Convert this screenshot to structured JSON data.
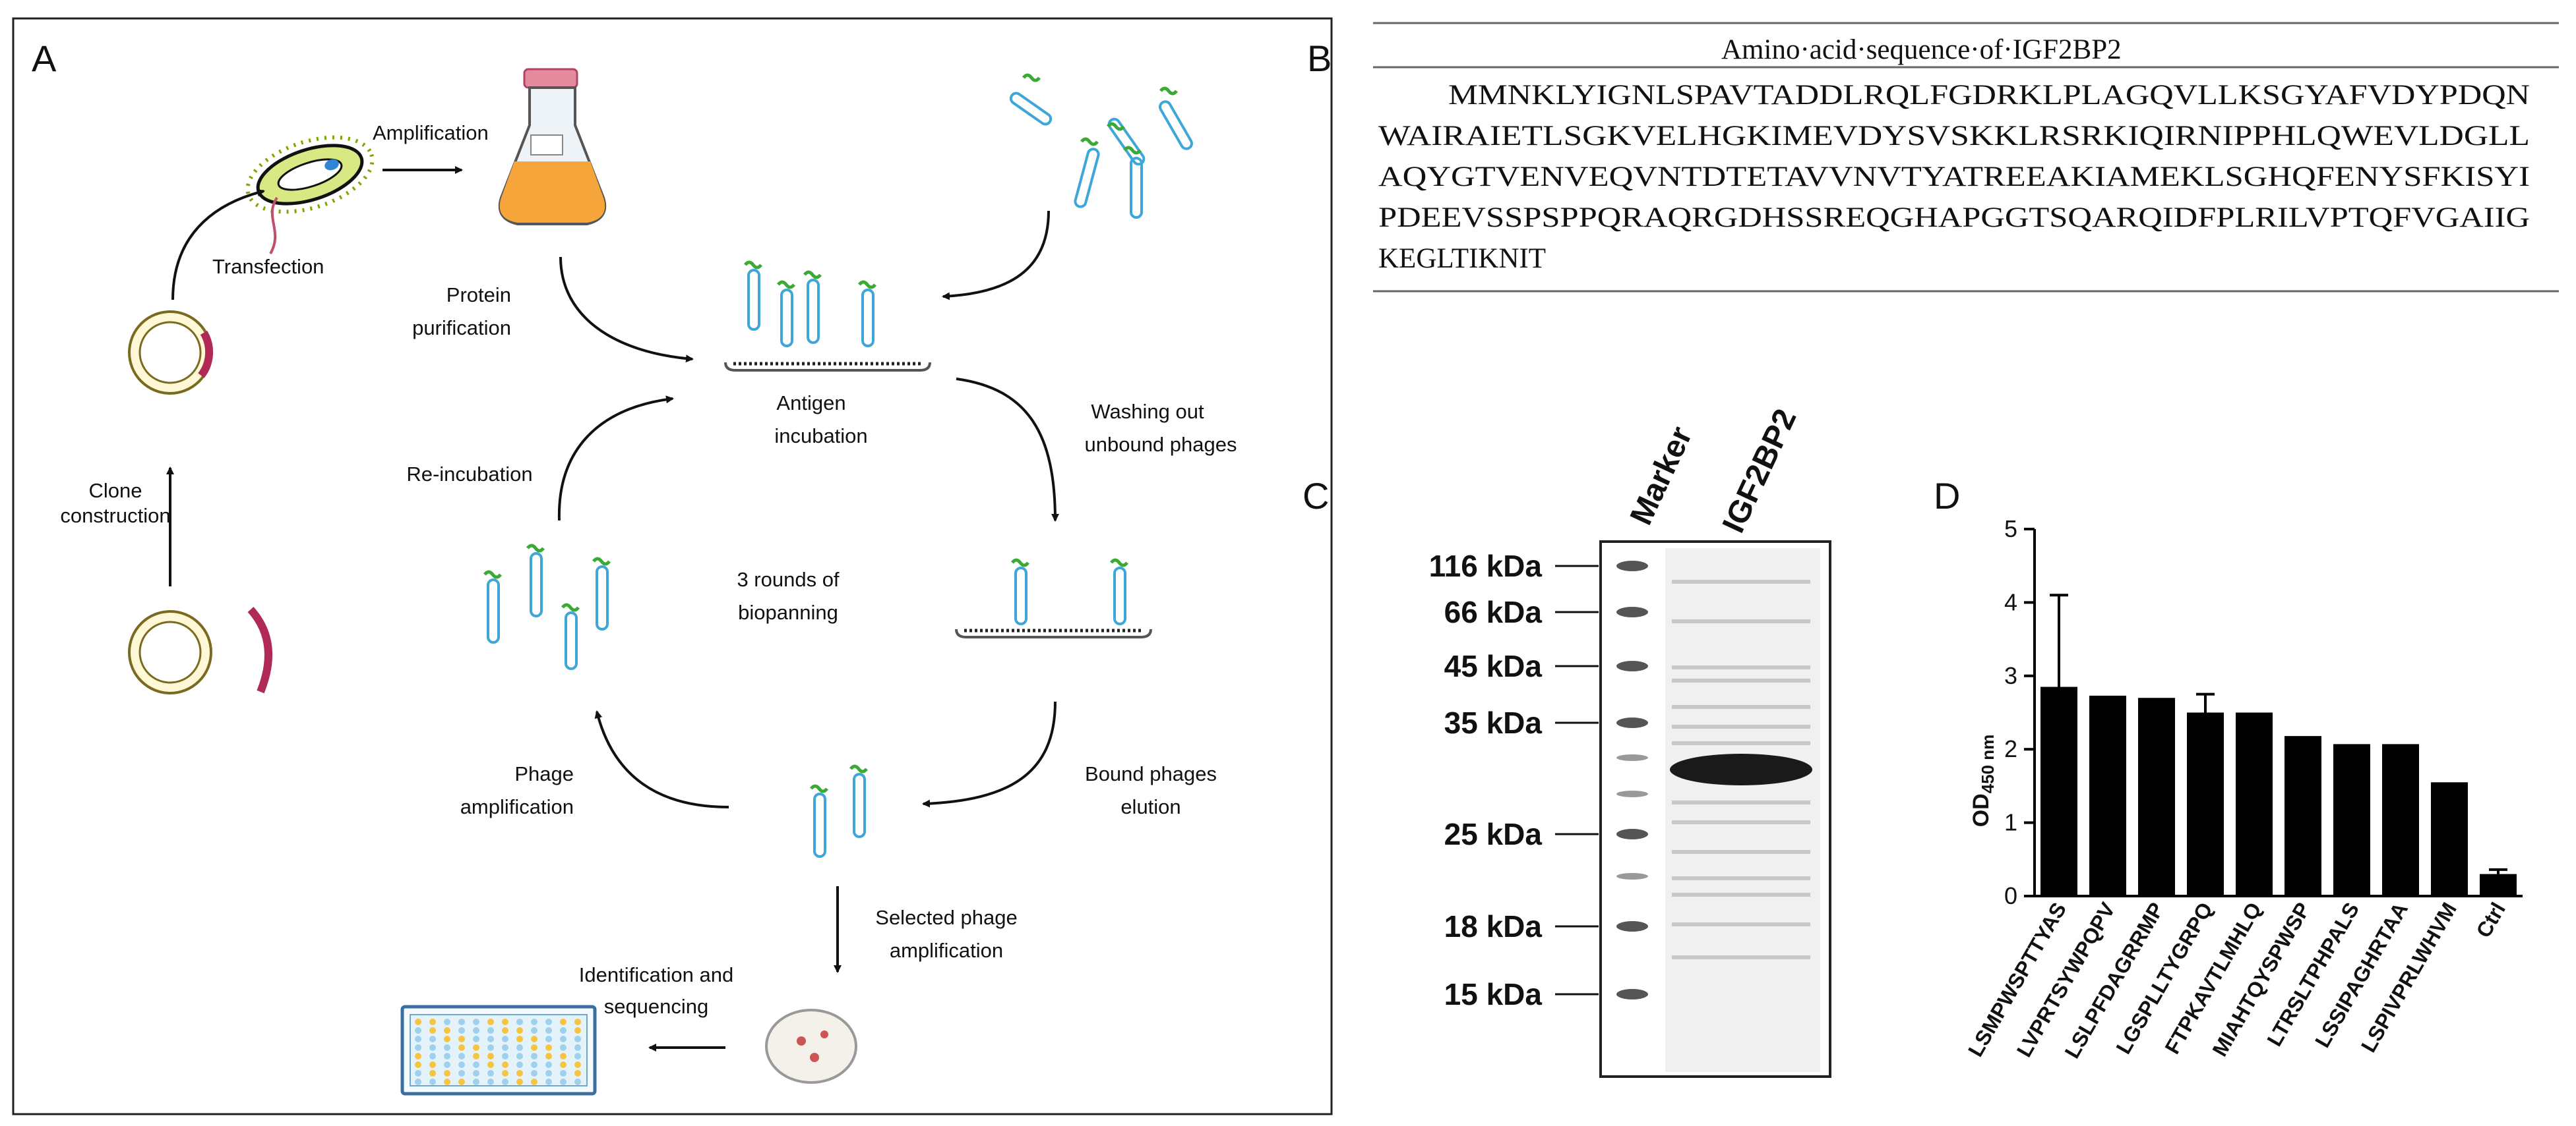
{
  "panels": {
    "a": {
      "letter": "A",
      "labels": {
        "amplification": "Amplification",
        "transfection": "Transfection",
        "clone_construction_1": "Clone",
        "clone_construction_2": "construction",
        "protein_purification_1": "Protein",
        "protein_purification_2": "purification",
        "antigen_incubation_1": "Antigen",
        "antigen_incubation_2": "incubation",
        "washing_1": "Washing out",
        "washing_2": "unbound phages",
        "reincubation": "Re-incubation",
        "rounds_1": "3 rounds of",
        "rounds_2": "biopanning",
        "phage_amp_1": "Phage",
        "phage_amp_2": "amplification",
        "bound_elution_1": "Bound phages",
        "bound_elution_2": "elution",
        "selected_amp_1": "Selected phage",
        "selected_amp_2": "amplification",
        "identification_1": "Identification and",
        "identification_2": "sequencing"
      }
    },
    "b": {
      "letter": "B",
      "title": "Amino·acid·sequence·of·IGF2BP2",
      "lines": [
        "MMNKLYIGNLSPAVTADDLRQLFGDRKLPLAGQVLLKSGYAFVDYPDQN",
        "WAIRAIETLSGKVELHGKIMEVDYSVSKKLRSRKIQIRNIPPHLQWEVLDGLL",
        "AQYGTVENVEQVNTDTETAVVNVTYATREEAKIAMEKLSGHQFENYSFKISYI",
        "PDEEVSSPSPPQRAQRGDHSSREQGHAPGGTSQARQIDFPLRILVPTQFVGAIIG",
        "KEGLTIKNIT"
      ]
    },
    "c": {
      "letter": "C",
      "lanes": [
        "Marker",
        "IGF2BP2"
      ],
      "markers": [
        "116 kDa",
        "66 kDa",
        "45 kDa",
        "35 kDa",
        "25 kDa",
        "18 kDa",
        "15 kDa"
      ]
    },
    "d": {
      "letter": "D"
    }
  },
  "chart_data": {
    "type": "bar",
    "title": "",
    "xlabel": "",
    "ylabel": "OD450 nm",
    "ylabel_main": "OD",
    "ylabel_sub": "450 nm",
    "ylim": [
      0,
      5
    ],
    "yticks": [
      "0",
      "1",
      "2",
      "3",
      "4",
      "5"
    ],
    "grid": false,
    "bar_color": "#000000",
    "categories": [
      "LSMPWSPTTYAS",
      "LVPRTSYWPQPV",
      "LSLPFDAGRRMP",
      "LGSPLLTYGRPQ",
      "FTPKAVTLMHLQ",
      "MIAHTQYSPWSP",
      "LTRSLTPHPALS",
      "LSSIPAGHRTAA",
      "LSPIVPRLWHVM",
      "Ctrl"
    ],
    "values": [
      2.85,
      2.73,
      2.7,
      2.5,
      2.5,
      2.18,
      2.07,
      2.07,
      1.55,
      0.3
    ],
    "errors": [
      1.25,
      0,
      0,
      0.25,
      0,
      0,
      0,
      0,
      0,
      0.06
    ]
  }
}
